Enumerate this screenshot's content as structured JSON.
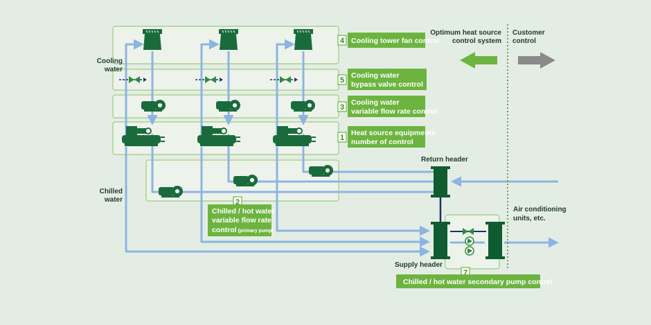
{
  "colors": {
    "background": "#e4ede4",
    "panel_fill": "#edf3ea",
    "panel_border": "#9ccc7f",
    "accent_green": "#6cb43f",
    "equipment_green": "#1a6b3c",
    "pipe_blue": "#8cb4e2",
    "header_green": "#0e5c2f",
    "arrow_gray": "#8a8a8a",
    "valve_navy": "#1d2f6e"
  },
  "side_labels": {
    "cooling_water": [
      "Cooling",
      "water"
    ],
    "chilled_water": [
      "Chilled",
      "water"
    ]
  },
  "controls": [
    {
      "number": "4",
      "lines": [
        "Cooling tower fan control"
      ]
    },
    {
      "number": "5",
      "lines": [
        "Cooling water",
        "bypass valve control"
      ]
    },
    {
      "number": "3",
      "lines": [
        "Cooling water",
        "variable flow rate control"
      ]
    },
    {
      "number": "1",
      "lines": [
        "Heat source equipments",
        "number of control"
      ]
    },
    {
      "number": "2",
      "lines": [
        "Chilled / hot water",
        "variable flow rate",
        "control"
      ],
      "small_suffix": "(primary pump)"
    },
    {
      "number": "7",
      "lines": [
        "Chilled / hot water secondary pump control"
      ]
    }
  ],
  "legend": {
    "system_title": [
      "Optimum heat source",
      "control system"
    ],
    "customer_title": [
      "Customer",
      "control"
    ]
  },
  "headers": {
    "return": "Return header",
    "supply": "Supply header"
  },
  "air_conditioning": [
    "Air conditioning",
    "units, etc."
  ],
  "icons": [
    "cooling-tower-icon",
    "pump-icon",
    "chiller-icon",
    "valve-icon",
    "check-valve-icon",
    "header-icon",
    "arrow-left-icon",
    "arrow-right-icon"
  ]
}
